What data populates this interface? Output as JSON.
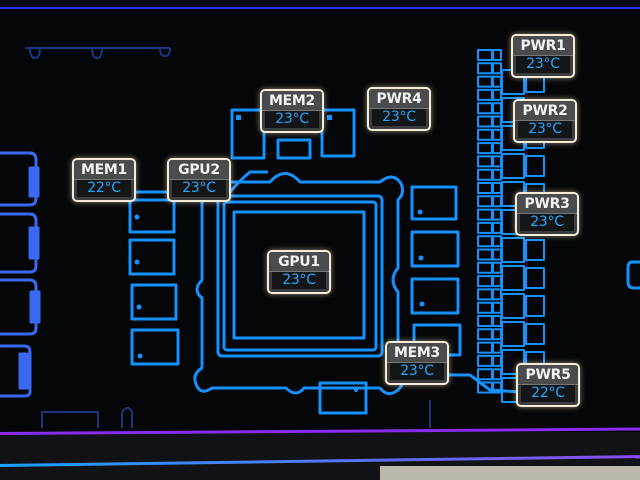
{
  "app": {
    "view": "GPU thermal sensor map",
    "accent_color": "#22a8ff",
    "trace_color": "#1592ff",
    "label_border_color": "#f4ecd8"
  },
  "sensors": [
    {
      "id": "MEM1",
      "label": "MEM1",
      "temp": "22°C",
      "value_c": 22
    },
    {
      "id": "GPU2",
      "label": "GPU2",
      "temp": "23°C",
      "value_c": 23
    },
    {
      "id": "MEM2",
      "label": "MEM2",
      "temp": "23°C",
      "value_c": 23
    },
    {
      "id": "PWR4",
      "label": "PWR4",
      "temp": "23°C",
      "value_c": 23
    },
    {
      "id": "PWR1",
      "label": "PWR1",
      "temp": "23°C",
      "value_c": 23
    },
    {
      "id": "PWR2",
      "label": "PWR2",
      "temp": "23°C",
      "value_c": 23
    },
    {
      "id": "PWR3",
      "label": "PWR3",
      "temp": "23°C",
      "value_c": 23
    },
    {
      "id": "GPU1",
      "label": "GPU1",
      "temp": "23°C",
      "value_c": 23
    },
    {
      "id": "MEM3",
      "label": "MEM3",
      "temp": "23°C",
      "value_c": 23
    },
    {
      "id": "PWR5",
      "label": "PWR5",
      "temp": "22°C",
      "value_c": 22
    }
  ]
}
